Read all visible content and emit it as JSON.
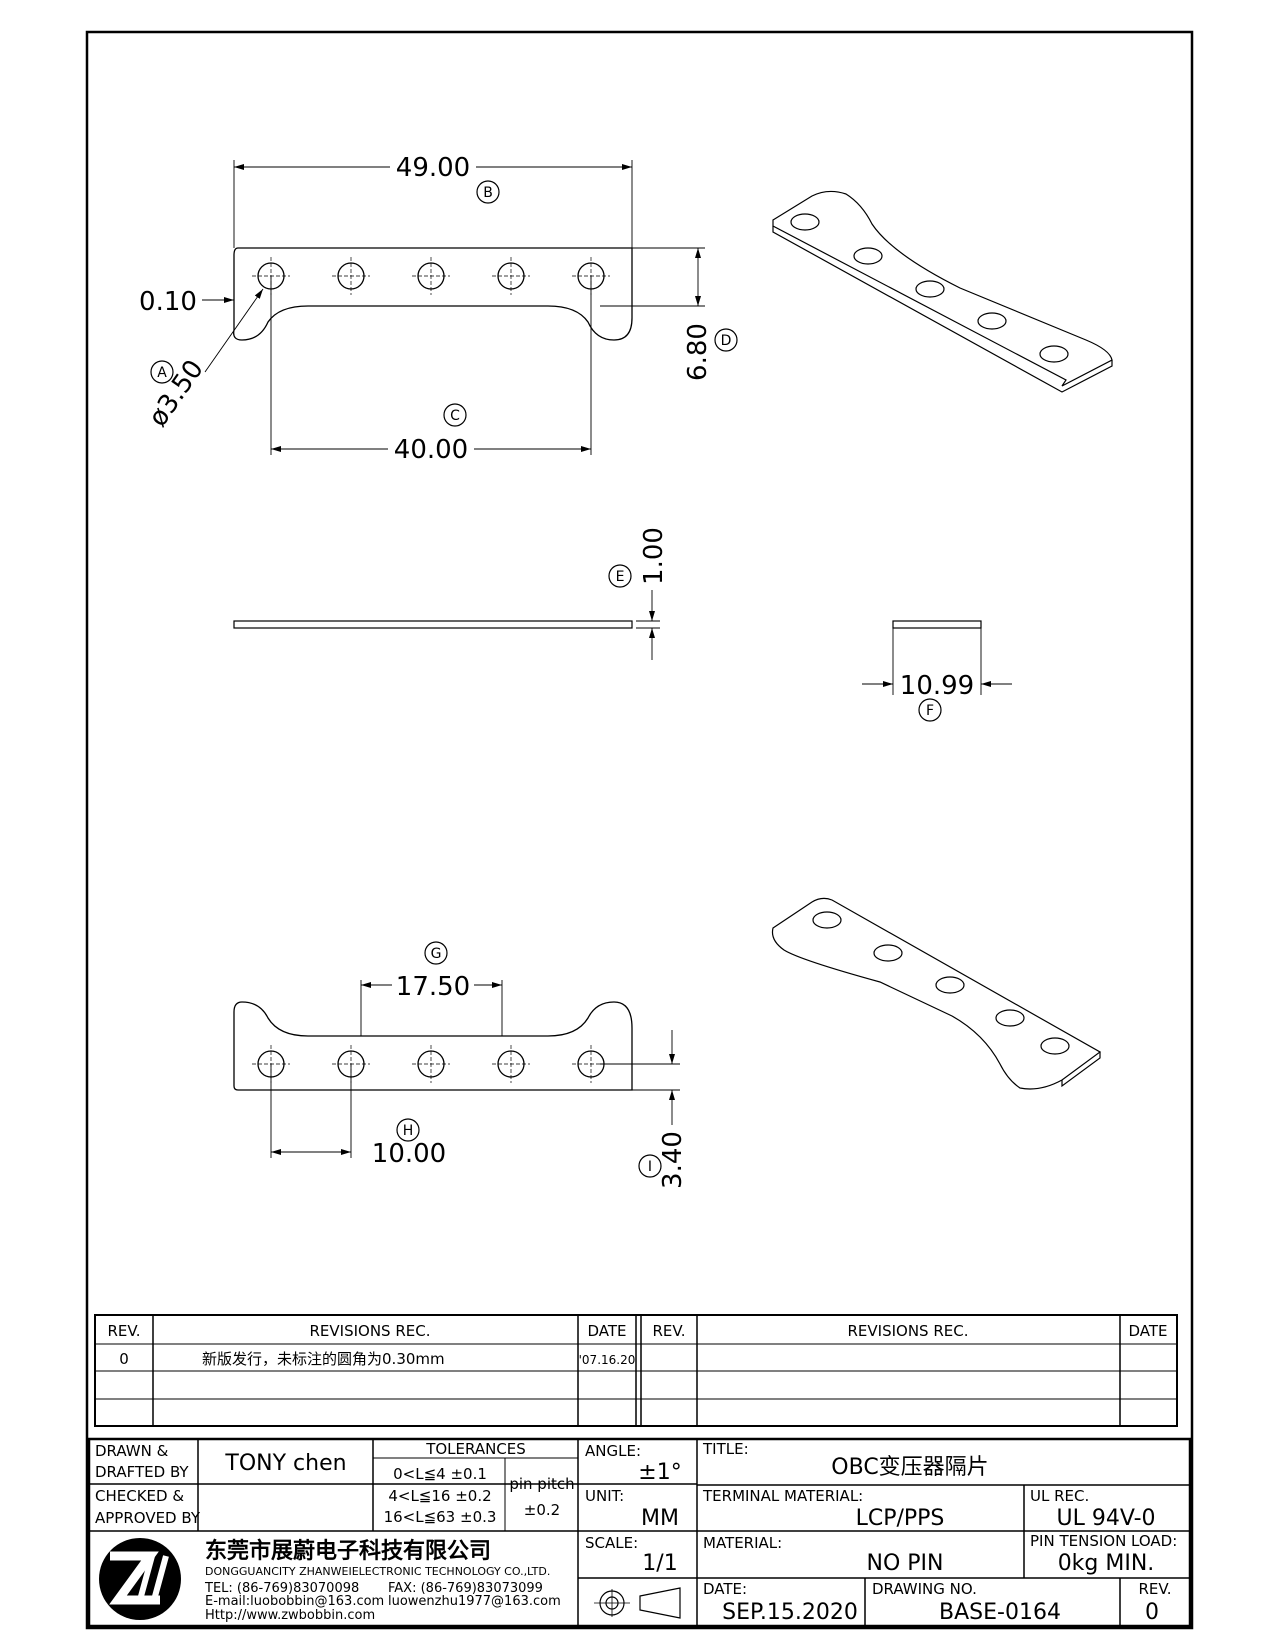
{
  "dimensions": {
    "a_value": "ø3.50",
    "a_tag": "A",
    "b_value": "49.00",
    "b_tag": "B",
    "c_value": "40.00",
    "c_tag": "C",
    "d_value": "6.80",
    "d_tag": "D",
    "e_value": "1.00",
    "e_tag": "E",
    "f_value": "10.99",
    "f_tag": "F",
    "g_value": "17.50",
    "g_tag": "G",
    "h_value": "10.00",
    "h_tag": "H",
    "i_value": "3.40",
    "i_tag": "I",
    "gap_value": "0.10"
  },
  "revisions": {
    "headers": {
      "rev": "REV.",
      "rec": "REVISIONS    REC.",
      "date": "DATE"
    },
    "rows": [
      {
        "rev": "0",
        "rec": "新版发行，未标注的圆角为0.30mm",
        "date": "'07.16.20"
      }
    ]
  },
  "title_block": {
    "drawn_label_1": "DRAWN  &",
    "drawn_label_2": "DRAFTED  BY",
    "drawn_by": "TONY  chen",
    "checked_label_1": "CHECKED  &",
    "checked_label_2": "APPROVED  BY",
    "tolerances_label": "TOLERANCES",
    "tol_1": "0<L≦4    ±0.1",
    "tol_2": "4<L≦16  ±0.2",
    "tol_3": "16<L≦63  ±0.3",
    "pin_pitch_label": "pin  pitch",
    "pin_pitch_value": "±0.2",
    "angle_label": "ANGLE:",
    "angle_value": "±1°",
    "unit_label": "UNIT:",
    "unit_value": "MM",
    "scale_label": "SCALE:",
    "scale_value": "1/1",
    "title_label": "TITLE:",
    "title_value": "OBC变压器隔片",
    "terminal_label": "TERMINAL  MATERIAL:",
    "terminal_value": "LCP/PPS",
    "ul_label": "UL  REC.",
    "ul_value": "UL  94V-0",
    "material_label": "MATERIAL:",
    "material_value": "NO  PIN",
    "pin_tension_label": "PIN  TENSION  LOAD:",
    "pin_tension_value": "0kg  MIN.",
    "date_label": "DATE:",
    "date_value": "SEP.15.2020",
    "drawing_no_label": "DRAWING  NO.",
    "drawing_no_value": "BASE-0164",
    "rev_label": "REV.",
    "rev_value": "0"
  },
  "company": {
    "name_cn": "东莞市展蔚电子科技有限公司",
    "name_en": "DONGGUANCITY  ZHANWEIELECTRONIC  TECHNOLOGY  CO.,LTD.",
    "tel": "TEL: (86-769)83070098",
    "fax": "FAX: (86-769)83073099",
    "email": "E-mail:luobobbin@163.com",
    "email2": "luowenzhu1977@163.com",
    "web": "Http://www.zwbobbin.com"
  }
}
